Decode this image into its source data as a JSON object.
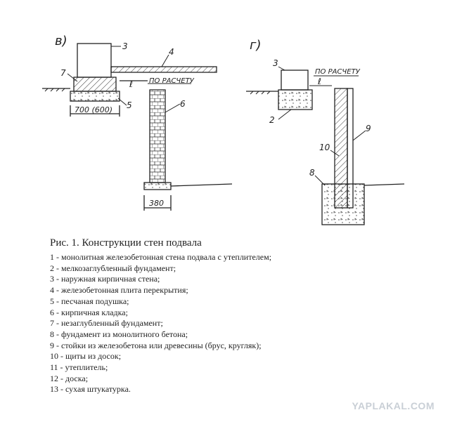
{
  "figure": {
    "panel_b": {
      "label": "в)",
      "callouts": [
        "3",
        "4",
        "7",
        "5",
        "6"
      ],
      "design_note": "ПО РАСЧЕТУ",
      "dim_l": "ℓ",
      "dim_width": "700 (600)",
      "dim_base": "380"
    },
    "panel_g": {
      "label": "г)",
      "callouts": [
        "3",
        "2",
        "9",
        "10",
        "8"
      ],
      "design_note": "ПО РАСЧЕТУ",
      "dim_l": "ℓ"
    }
  },
  "caption": {
    "title": "Рис. 1. Конструкции стен подвала",
    "items": [
      "1 - монолитная железобетонная стена подвала с утеплителем;",
      "2 - мелкозаглубленный фундамент;",
      "3 - наружная кирпичная стена;",
      "4 - железобетонная плита перекрытия;",
      "5 - песчаная подушка;",
      "6 - кирпичная кладка;",
      "7 - незаглубленный фундамент;",
      "8 - фундамент из монолитного бетона;",
      "9 - стойки из железобетона или древесины (брус, кругляк);",
      "10 - щиты из досок;",
      "11 - утеплитель;",
      "12 - доска;",
      "13 - сухая штукатурка."
    ]
  },
  "watermark": "YAPLAKAL.COM"
}
